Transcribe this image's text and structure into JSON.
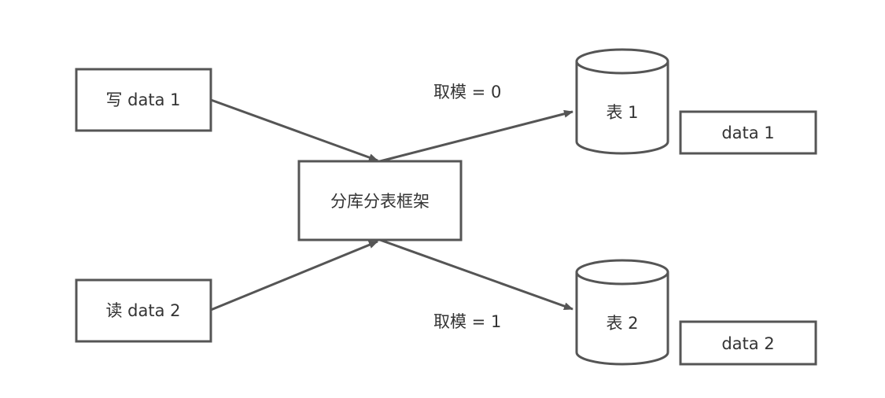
{
  "diagram": {
    "nodes": {
      "write_source": "写 data 1",
      "read_source": "读 data 2",
      "framework": "分库分表框架",
      "table1": "表 1",
      "table2": "表 2",
      "table1_data": "data 1",
      "table2_data": "data 2"
    },
    "edges": {
      "to_table1_label": "取模 = 0",
      "to_table2_label": "取模 = 1"
    },
    "colors": {
      "stroke": "#555555",
      "text": "#333333",
      "background": "#ffffff"
    }
  }
}
